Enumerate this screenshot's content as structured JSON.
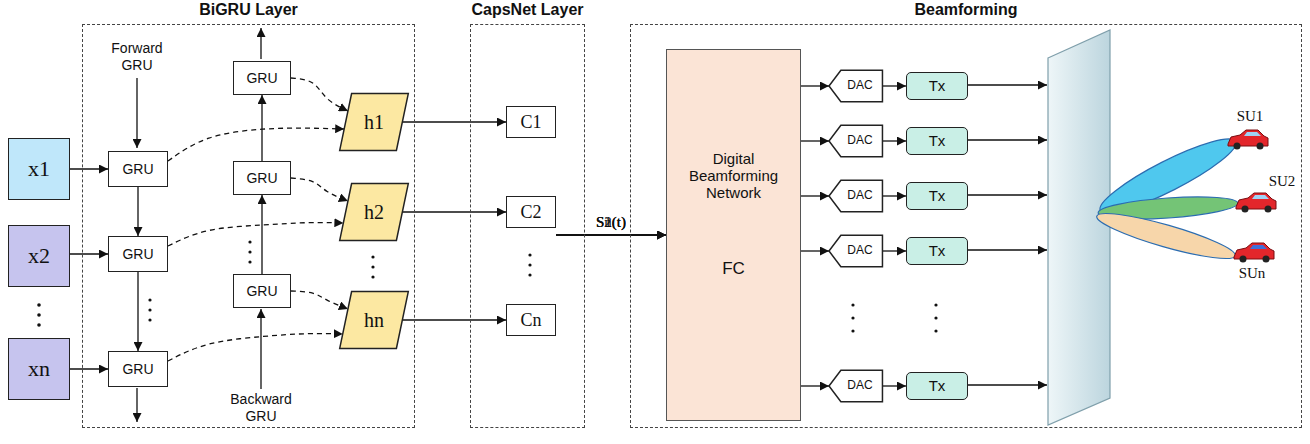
{
  "diagram": {
    "nodes": [
      {
        "text": [
          "x1"
        ]
      },
      {
        "text": [
          "x2"
        ]
      },
      {
        "text": [
          "xn"
        ]
      },
      {
        "text": [
          "BiGRU Layer"
        ]
      },
      {
        "text": [
          "GRU"
        ],
        "in": 3
      },
      {
        "text": [
          "GRU"
        ],
        "in": 3
      },
      {
        "text": [
          "GRU"
        ],
        "in": 3
      },
      {
        "text": [
          "GRU"
        ],
        "in": 3
      },
      {
        "text": [
          "GRU"
        ],
        "in": 3
      },
      {
        "text": [
          "GRU"
        ],
        "in": 3
      },
      {
        "text": [
          "h1"
        ],
        "in": 3
      },
      {
        "text": [
          "h2"
        ],
        "in": 3
      },
      {
        "text": [
          "hn"
        ],
        "in": 3
      },
      {
        "text": [
          "CapsNet Layer"
        ]
      },
      {
        "text": [
          "C1"
        ],
        "in": 13
      },
      {
        "text": [
          "C2"
        ],
        "in": 13
      },
      {
        "text": [
          "Cn"
        ],
        "in": 13
      },
      {
        "text": [
          "Beamforming"
        ]
      },
      {
        "text": [
          "Digital Beamforming Network",
          "FC"
        ],
        "in": 17
      },
      {
        "text": [
          "DAC"
        ],
        "in": 17
      },
      {
        "text": [
          "DAC"
        ],
        "in": 17
      },
      {
        "text": [
          "DAC"
        ],
        "in": 17
      },
      {
        "text": [
          "DAC"
        ],
        "in": 17
      },
      {
        "text": [
          "DAC"
        ],
        "in": 17
      },
      {
        "text": [
          "Tx"
        ],
        "in": 17
      },
      {
        "text": [
          "Tx"
        ],
        "in": 17
      },
      {
        "text": [
          "Tx"
        ],
        "in": 17
      },
      {
        "text": [
          "Tx"
        ],
        "in": 17
      },
      {
        "text": [
          "Tx"
        ],
        "in": 17
      }
    ],
    "edges": [
      {
        "from": 0,
        "to": 4,
        "arrow": "to"
      },
      {
        "from": 1,
        "to": 5,
        "arrow": "to"
      },
      {
        "from": 2,
        "to": 6,
        "arrow": "to"
      },
      {
        "from": 4,
        "to": 5,
        "arrow": "to"
      },
      {
        "from": 5,
        "to": 6,
        "arrow": "to"
      },
      {
        "from": 9,
        "to": 8,
        "arrow": "to"
      },
      {
        "from": 8,
        "to": 7,
        "arrow": "to"
      },
      {
        "from": 4,
        "to": 10,
        "arrow": "to"
      },
      {
        "from": 5,
        "to": 11,
        "arrow": "to"
      },
      {
        "from": 6,
        "to": 12,
        "arrow": "to"
      },
      {
        "from": 7,
        "to": 10,
        "arrow": "to"
      },
      {
        "from": 8,
        "to": 11,
        "arrow": "to"
      },
      {
        "from": 9,
        "to": 12,
        "arrow": "to"
      },
      {
        "from": 10,
        "to": 14,
        "arrow": "to"
      },
      {
        "from": 11,
        "to": 15,
        "arrow": "to"
      },
      {
        "from": 12,
        "to": 16,
        "arrow": "to"
      },
      {
        "from": 14,
        "to": 18,
        "label": "S1(t)",
        "arrow": "to"
      },
      {
        "from": 15,
        "to": 18,
        "label": "S2(t)",
        "arrow": "to"
      },
      {
        "from": 16,
        "to": 18,
        "label": "Sn(t)",
        "arrow": "to"
      },
      {
        "from": 18,
        "to": 19,
        "arrow": "to"
      },
      {
        "from": 18,
        "to": 20,
        "arrow": "to"
      },
      {
        "from": 18,
        "to": 21,
        "arrow": "to"
      },
      {
        "from": 18,
        "to": 22,
        "arrow": "to"
      },
      {
        "from": 18,
        "to": 23,
        "arrow": "to"
      },
      {
        "from": 19,
        "to": 24,
        "arrow": "to"
      },
      {
        "from": 20,
        "to": 25,
        "arrow": "to"
      },
      {
        "from": 21,
        "to": 26,
        "arrow": "to"
      },
      {
        "from": 22,
        "to": 27,
        "arrow": "to"
      },
      {
        "from": 23,
        "to": 28,
        "arrow": "to"
      }
    ],
    "labels": [
      "Forward GRU",
      "Backward GRU",
      "SU1",
      "SU2",
      "SUn"
    ]
  }
}
